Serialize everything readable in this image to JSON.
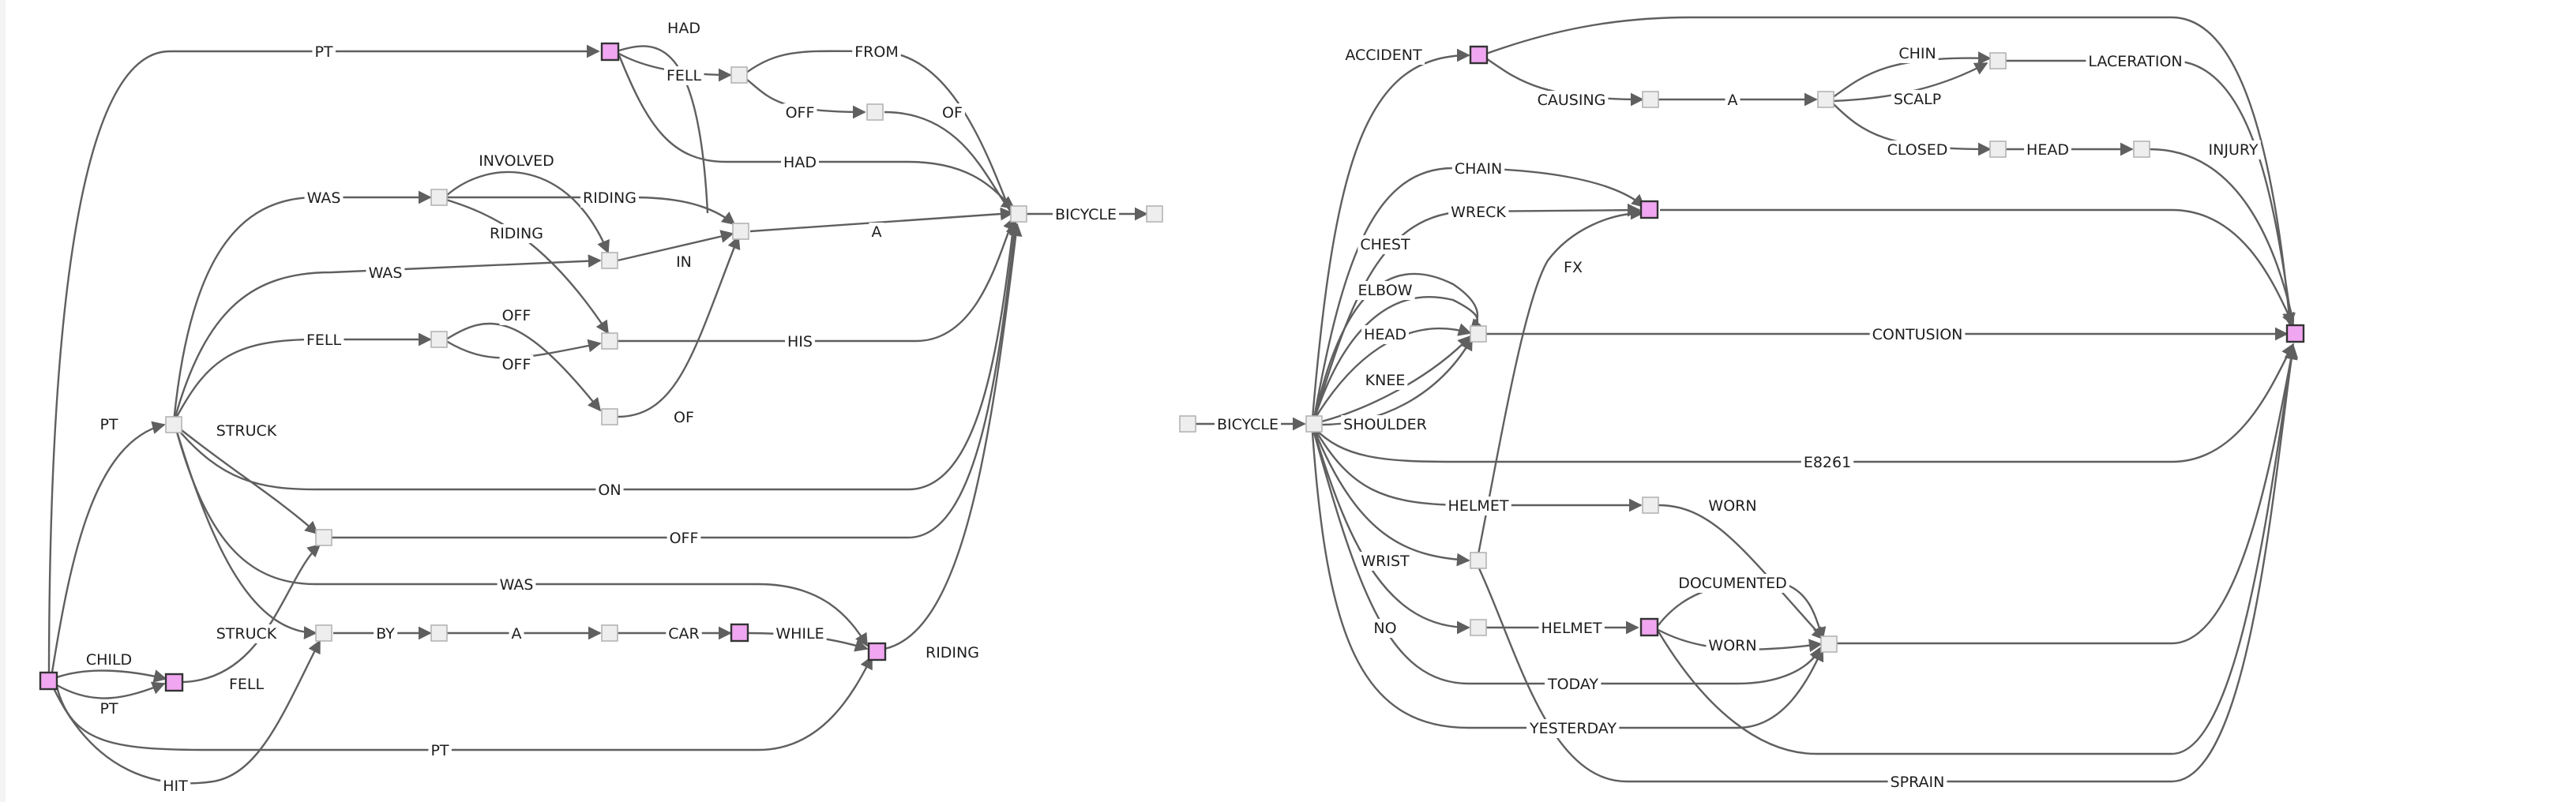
{
  "colors": {
    "edge": "#5f5f5f",
    "plain_node_fill": "#eeeeee",
    "accent_node_fill": "#f0a6f0",
    "label_text": "#1e1e1e"
  },
  "left_graph": {
    "labels": {
      "pt_top": "PT",
      "had_top": "HAD",
      "fell_top": "FELL",
      "from": "FROM",
      "off_top": "OFF",
      "of_top": "OF",
      "had_mid": "HAD",
      "bicycle": "BICYCLE",
      "was_1": "WAS",
      "involved": "INVOLVED",
      "riding_1": "RIDING",
      "riding_2": "RIDING",
      "was_2": "WAS",
      "in": "IN",
      "a_1": "A",
      "fell_2": "FELL",
      "off_2": "OFF",
      "off_3": "OFF",
      "his": "HIS",
      "of_2": "OF",
      "pt_mid": "PT",
      "struck_1": "STRUCK",
      "on": "ON",
      "off_4": "OFF",
      "was_3": "WAS",
      "struck_2": "STRUCK",
      "by": "BY",
      "a_2": "A",
      "car": "CAR",
      "while": "WHILE",
      "riding_3": "RIDING",
      "child": "CHILD",
      "pt_low": "PT",
      "fell_3": "FELL",
      "pt_bottom": "PT",
      "hit": "HIT"
    }
  },
  "right_graph": {
    "labels": {
      "accident": "ACCIDENT",
      "causing": "CAUSING",
      "a": "A",
      "chin": "CHIN",
      "laceration": "LACERATION",
      "scalp": "SCALP",
      "closed": "CLOSED",
      "head_1": "HEAD",
      "injury": "INJURY",
      "chain": "CHAIN",
      "wreck": "WRECK",
      "chest": "CHEST",
      "fx": "FX",
      "elbow": "ELBOW",
      "head_2": "HEAD",
      "contusion": "CONTUSION",
      "knee": "KNEE",
      "bicycle": "BICYCLE",
      "shoulder": "SHOULDER",
      "e8261": "E8261",
      "helmet_1": "HELMET",
      "worn_1": "WORN",
      "wrist": "WRIST",
      "documented": "DOCUMENTED",
      "no": "NO",
      "helmet_2": "HELMET",
      "worn_2": "WORN",
      "today": "TODAY",
      "yesterday": "YESTERDAY",
      "sprain": "SPRAIN"
    }
  }
}
